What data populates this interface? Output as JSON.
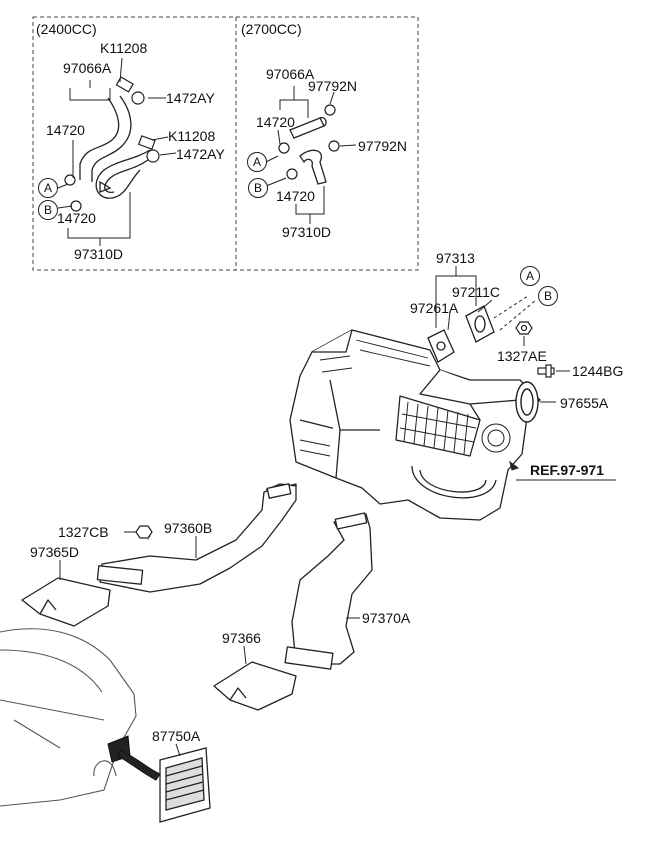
{
  "variants": {
    "left_title": "(2400CC)",
    "right_title": "(2700CC)"
  },
  "callouts": {
    "circle_a": "A",
    "circle_b": "B"
  },
  "parts": {
    "k11208": "K11208",
    "p97066a": "97066A",
    "p1472ay": "1472AY",
    "p14720": "14720",
    "p97310d": "97310D",
    "p97792n": "97792N",
    "p97313": "97313",
    "p97211c": "97211C",
    "p97261a": "97261A",
    "p1327ae": "1327AE",
    "p1244bg": "1244BG",
    "p97655a": "97655A",
    "ref": "REF.97-971",
    "p1327cb": "1327CB",
    "p97360b": "97360B",
    "p97365d": "97365D",
    "p97370a": "97370A",
    "p97366": "97366",
    "p87750a": "87750A"
  }
}
